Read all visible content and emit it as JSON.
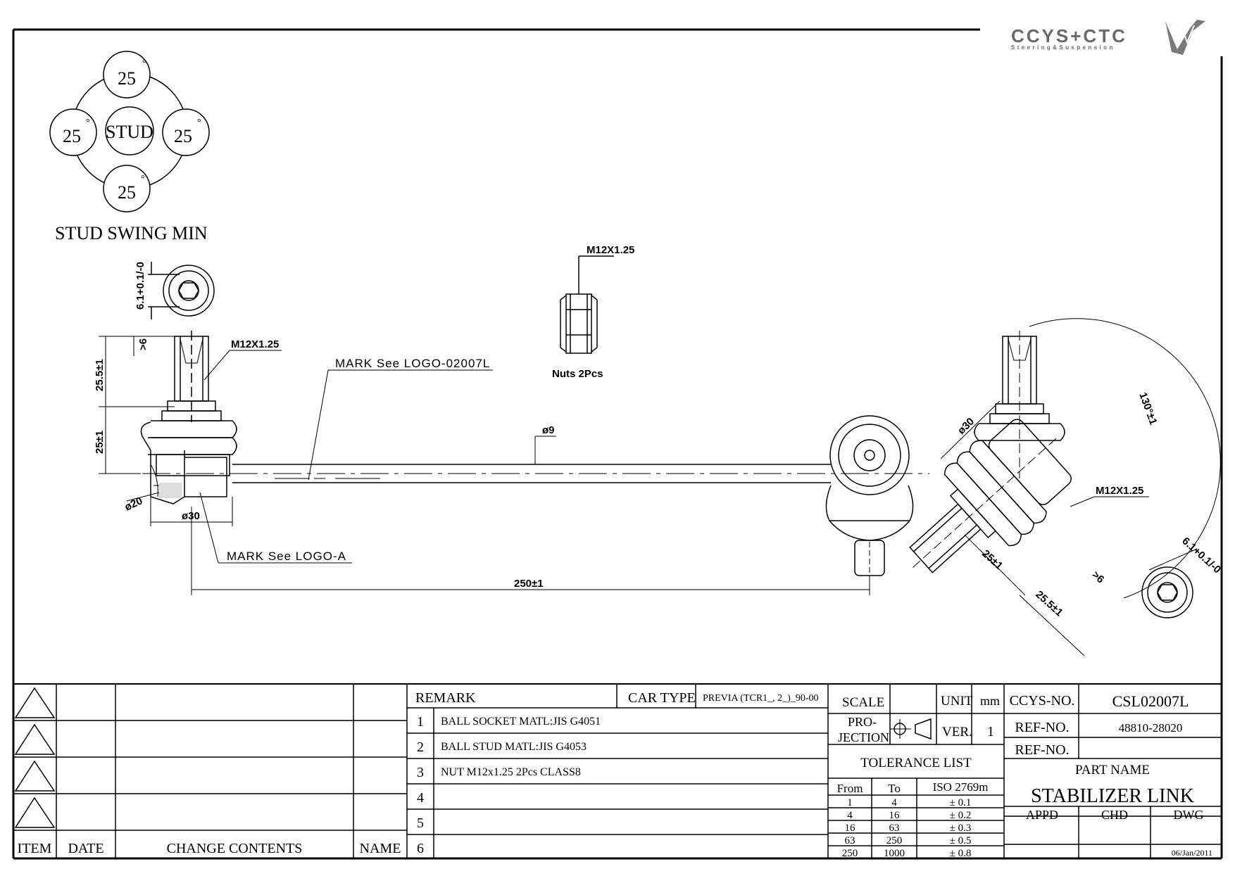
{
  "logo": {
    "text": "CCYS+CTC",
    "subtitle": "Steering&Suspension"
  },
  "swing": {
    "label": "STUD SWING MIN",
    "center": "STUD",
    "top": "25",
    "left": "25",
    "right": "25",
    "bottom": "25",
    "deg": "°"
  },
  "dims": {
    "hex_left": "6.1+0.1/-0",
    "thread_left": "M12X1.25",
    "gt6_left": ">6",
    "len_255_left": "25.5±1",
    "len_25_left": "25±1",
    "dia20": "ø20",
    "dia30_left": "ø30",
    "mark_logo": "MARK See LOGO-02007L",
    "mark_a": "MARK See LOGO-A",
    "nut_thread": "M12X1.25",
    "nuts": "Nuts 2Pcs",
    "rod_dia": "ø9",
    "length": "250±1",
    "angle": "130°±1",
    "dia30_right": "ø30",
    "thread_right": "M12X1.25",
    "hex_right": "6.1+0.1/-0",
    "len_25_right": "25±1",
    "len_255_right": "25.5±1",
    "gt6_right": ">6"
  },
  "revision_table": {
    "headers": [
      "ITEM",
      "DATE",
      "CHANGE CONTENTS",
      "NAME"
    ]
  },
  "remark": {
    "title": "REMARK",
    "car_type_label": "CAR TYPE",
    "car_type_value": "PREVIA (TCR1_, 2_)_90-00",
    "rows": [
      {
        "no": "1",
        "text": "BALL SOCKET MATL:JIS G4051"
      },
      {
        "no": "2",
        "text": "BALL STUD MATL:JIS G4053"
      },
      {
        "no": "3",
        "text": "NUT M12x1.25 2Pcs CLASS8"
      },
      {
        "no": "4",
        "text": ""
      },
      {
        "no": "5",
        "text": ""
      },
      {
        "no": "6",
        "text": ""
      }
    ]
  },
  "spec": {
    "scale_label": "SCALE",
    "unit_label": "UNIT",
    "unit_value": "mm",
    "projection_label": "PRO-\nJECTION",
    "ver_label": "VER.",
    "ver_value": "1",
    "tolerance_title": "TOLERANCE LIST",
    "tol_headers": [
      "From",
      "To",
      "ISO 2769m"
    ],
    "tol_rows": [
      [
        "1",
        "4",
        "± 0.1"
      ],
      [
        "4",
        "16",
        "± 0.2"
      ],
      [
        "16",
        "63",
        "± 0.3"
      ],
      [
        "63",
        "250",
        "± 0.5"
      ],
      [
        "250",
        "1000",
        "± 0.8"
      ]
    ]
  },
  "titleblock": {
    "ccys_label": "CCYS-NO.",
    "ccys_value": "CSL02007L",
    "ref1_label": "REF-NO.",
    "ref1_value": "48810-28020",
    "ref2_label": "REF-NO.",
    "part_name_label": "PART NAME",
    "part_name": "STABILIZER LINK",
    "appd": "APPD",
    "chd": "CHD",
    "dwg": "DWG",
    "date": "06/Jan/2011"
  }
}
